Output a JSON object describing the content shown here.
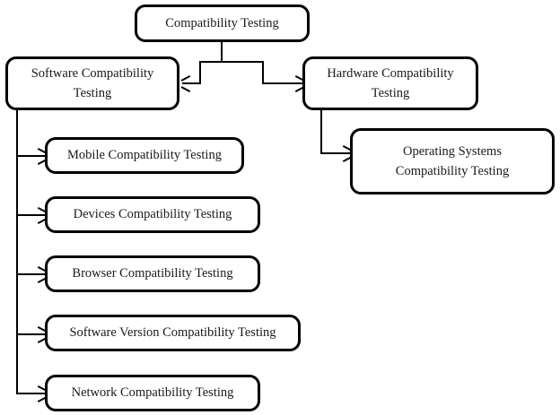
{
  "diagram": {
    "type": "hierarchy-tree",
    "title_node": "Compatibility Testing",
    "style": {
      "box_border_color": "#000000",
      "box_fill_color": "#ffffff",
      "connector_color": "#000000",
      "text_color": "#1a1a1a",
      "background": "#ffffff"
    },
    "nodes": {
      "root": {
        "label": "Compatibility Testing"
      },
      "software": {
        "label": "Software Compatibility\nTesting"
      },
      "hardware": {
        "label": "Hardware Compatibility\nTesting"
      },
      "operating_systems": {
        "label": "Operating Systems\nCompatibility Testing"
      },
      "mobile": {
        "label": "Mobile Compatibility Testing"
      },
      "devices": {
        "label": "Devices Compatibility Testing"
      },
      "browser": {
        "label": "Browser Compatibility Testing"
      },
      "software_version": {
        "label": "Software Version Compatibility Testing"
      },
      "network": {
        "label": "Network Compatibility Testing"
      }
    },
    "edges": [
      {
        "from": "root",
        "to": "software",
        "arrow": "left"
      },
      {
        "from": "root",
        "to": "hardware",
        "arrow": "right"
      },
      {
        "from": "hardware",
        "to": "operating_systems",
        "arrow": "right"
      },
      {
        "from": "software",
        "to": "mobile",
        "arrow": "right"
      },
      {
        "from": "software",
        "to": "devices",
        "arrow": "right"
      },
      {
        "from": "software",
        "to": "browser",
        "arrow": "right"
      },
      {
        "from": "software",
        "to": "software_version",
        "arrow": "right"
      },
      {
        "from": "software",
        "to": "network",
        "arrow": "right"
      }
    ]
  }
}
